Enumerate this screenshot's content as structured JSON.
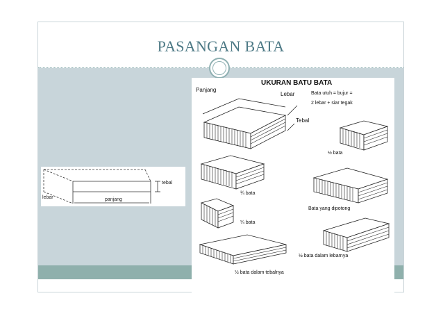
{
  "slide": {
    "title": "PASANGAN BATA"
  },
  "left_diagram": {
    "label_tebal": "tebal",
    "label_lebar": "lebar",
    "label_panjang": "panjang"
  },
  "right_diagram": {
    "heading": "UKURAN BATU BATA",
    "label_panjang": "Panjang",
    "label_lebar": "Lebar",
    "label_tebal": "Tebal",
    "note_line1": "Bata utuh = bujur =",
    "note_line2": "2 lebar + siar tegak",
    "label_half": "½ bata",
    "label_three_quarter": "¾ bata",
    "label_cut": "Bata yang dipotong",
    "label_quarter": "¼ bata",
    "label_half_thickness": "½ bata dalam tebalnya",
    "label_half_width": "½ bata dalam lebarnya"
  }
}
